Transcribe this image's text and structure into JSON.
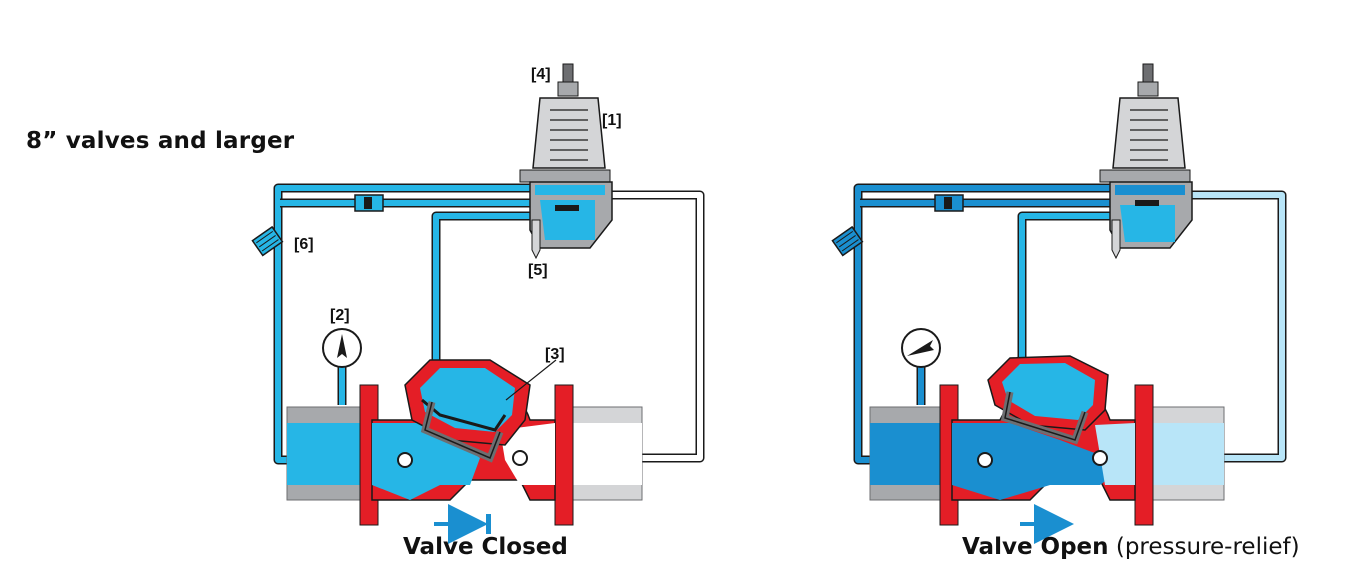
{
  "heading": "8” valves and larger",
  "callouts": {
    "c1": "[1]",
    "c2": "[2]",
    "c3": "[3]",
    "c4": "[4]",
    "c5": "[5]",
    "c6": "[6]"
  },
  "captions": {
    "left": "Valve Closed",
    "right_main": "Valve Open",
    "right_sub": "(pressure-relief)"
  },
  "colors": {
    "pressure_blue": "#26b6e6",
    "dark_blue": "#1a8fd0",
    "light_blue": "#b8e5f8",
    "valve_red": "#e41e26",
    "body_gray": "#a7a9ac",
    "dark_gray": "#6d6e71",
    "outline": "#1a1a1a"
  },
  "icons": {
    "gauge": "pressure-gauge-icon",
    "strainer": "strainer-icon",
    "check": "check-valve-icon",
    "pilot": "pilot-valve-icon",
    "arrow": "flow-arrow-icon"
  }
}
